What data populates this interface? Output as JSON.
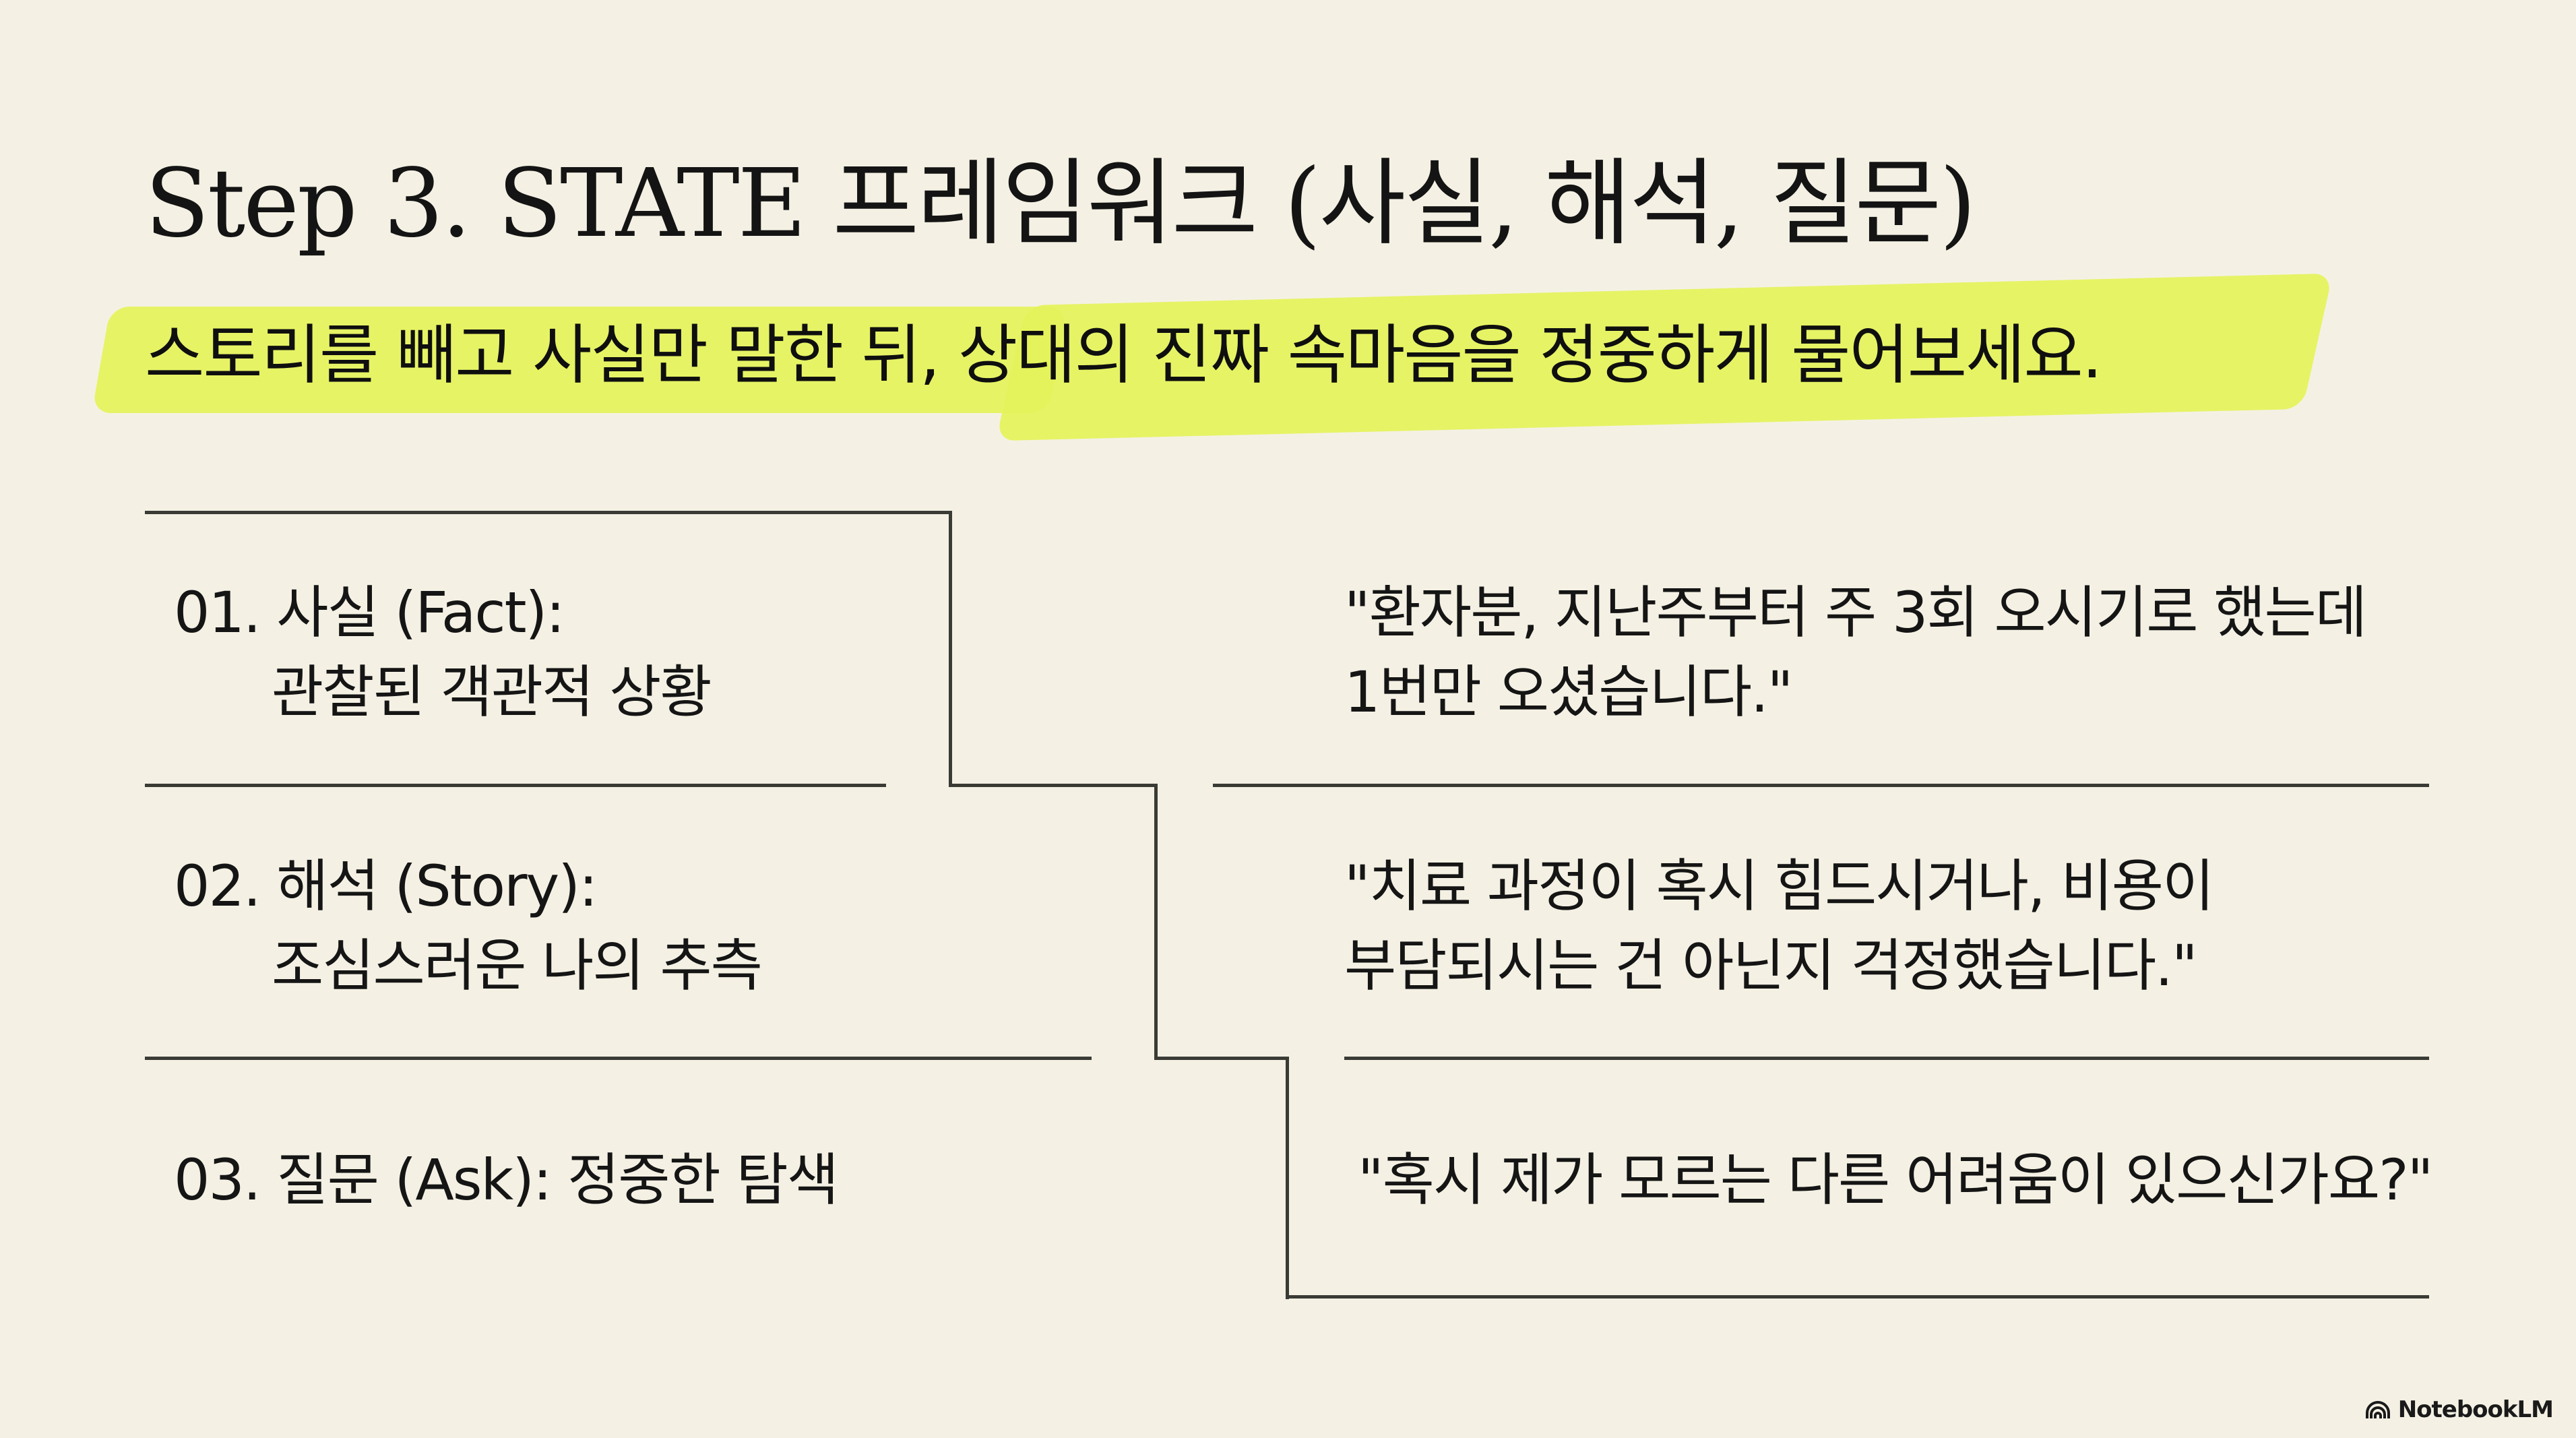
{
  "slide": {
    "title": "Step 3. STATE 프레임워크 (사실, 해석, 질문)",
    "subtitle": "스토리를 빼고 사실만 말한 뒤, 상대의 진짜 속마음을 정중하게 물어보세요.",
    "colors": {
      "background": "#f4f1e4",
      "highlight": "#e4f35a",
      "text": "#111111",
      "lines": "#3b3b36"
    }
  },
  "steps": [
    {
      "label": "01. 사실 (Fact):",
      "description": "관찰된 객관적 상황",
      "example_lines": [
        "\"환자분, 지난주부터 주 3회 오시기로 했는데",
        "1번만 오셨습니다.\""
      ]
    },
    {
      "label": "02. 해석 (Story):",
      "description": "조심스러운 나의 추측",
      "example_lines": [
        "\"치료 과정이 혹시 힘드시거나, 비용이",
        "부담되시는 건 아닌지 걱정했습니다.\""
      ]
    },
    {
      "label": "03. 질문 (Ask): 정중한 탐색",
      "description": "",
      "example_lines": [
        "\"혹시 제가 모르는 다른 어려움이 있으신가요?\""
      ]
    }
  ],
  "footer": {
    "brand": "NotebookLM",
    "brand_icon": "notebooklm-logo-icon"
  }
}
